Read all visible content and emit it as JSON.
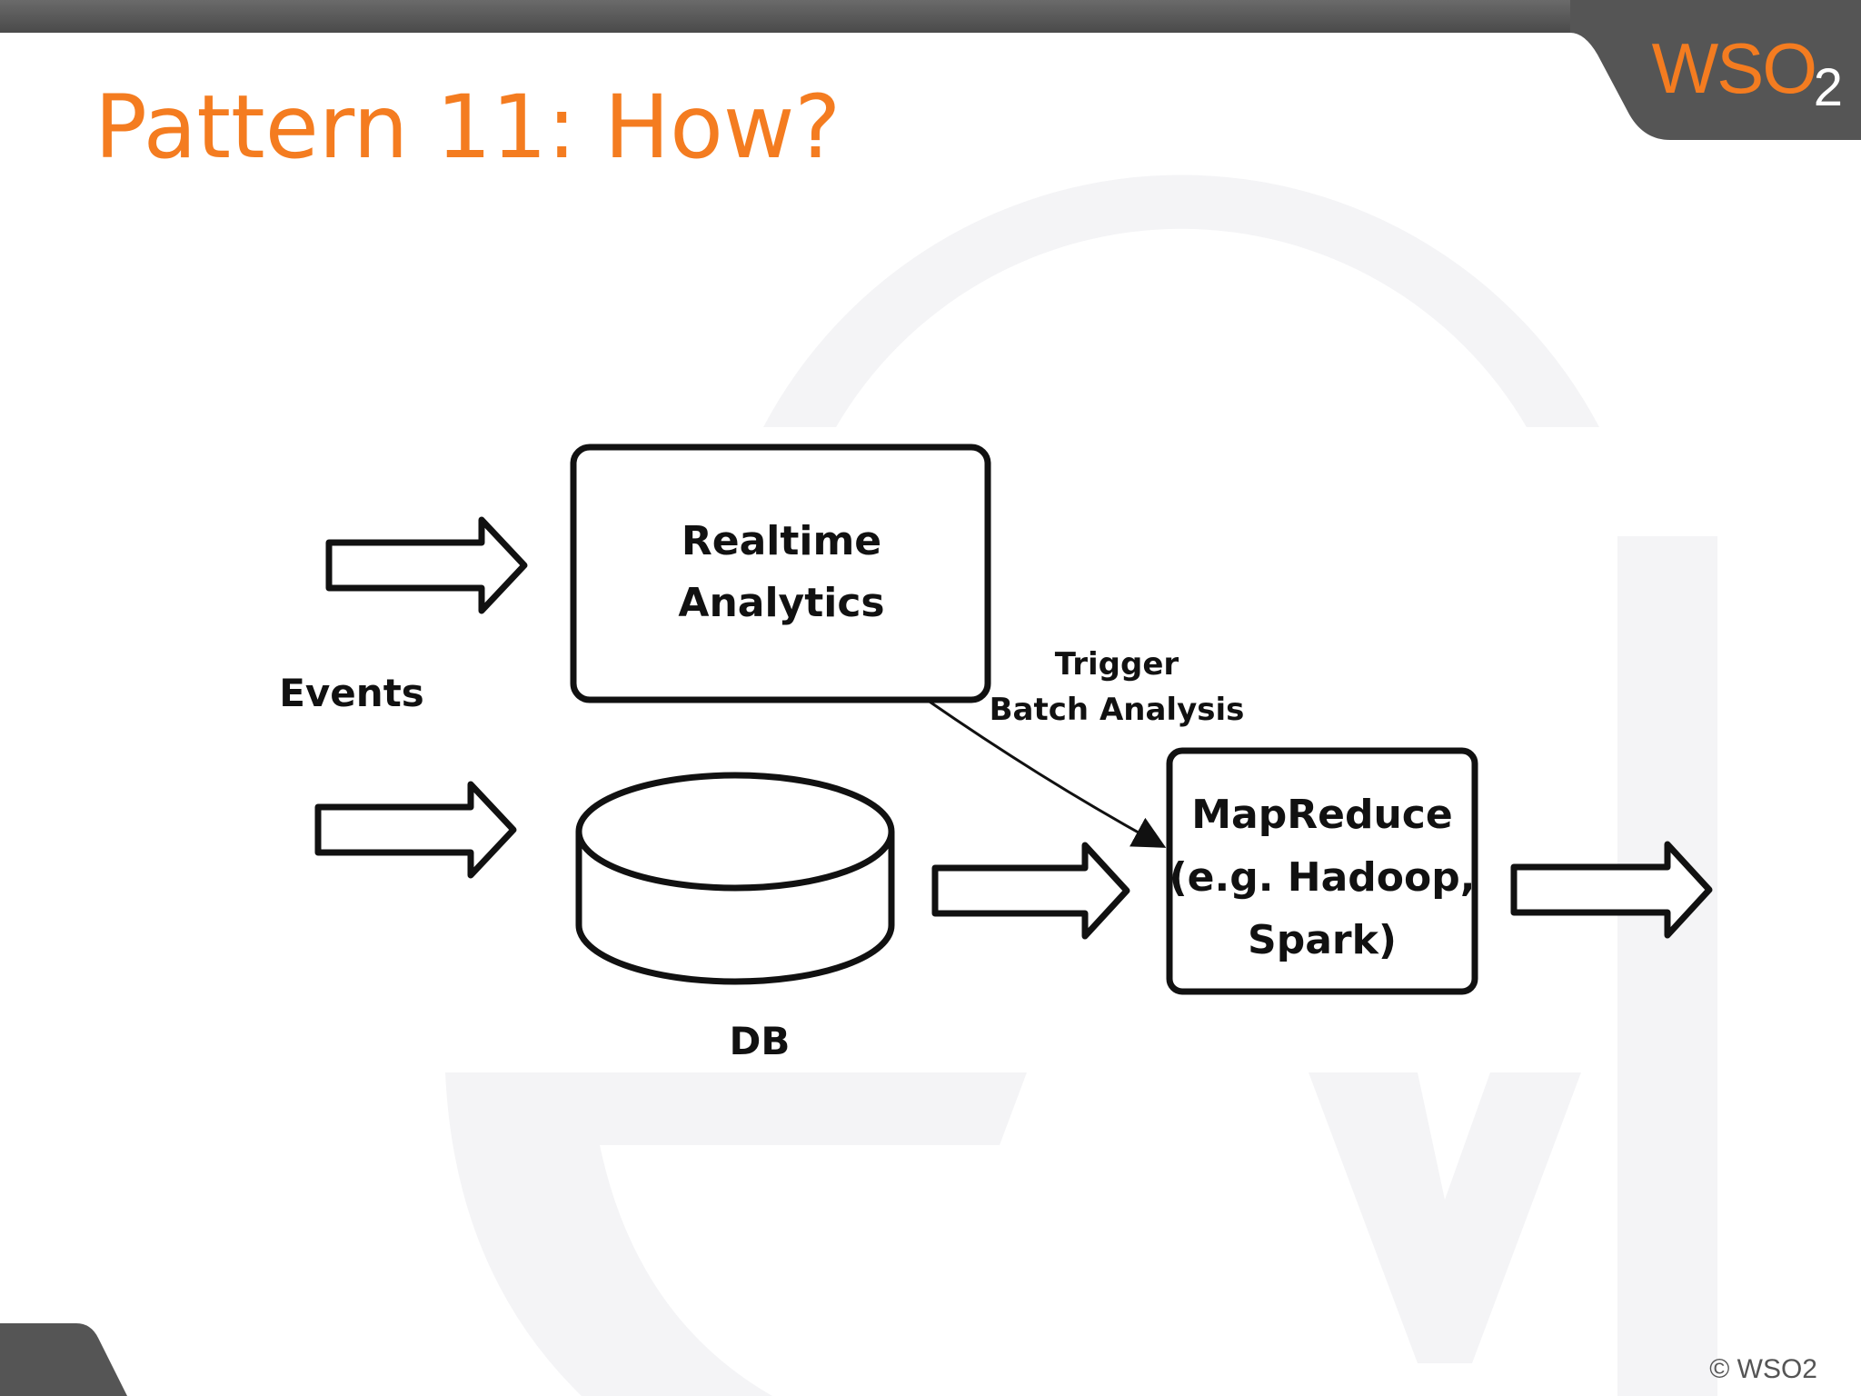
{
  "slide": {
    "title": "Pattern 11: How?",
    "copyright": "© WSO2"
  },
  "logo": {
    "brand": "WSO",
    "subscript": "2"
  },
  "diagram": {
    "events_label": "Events",
    "realtime_line1": "Realtime",
    "realtime_line2": "Analytics",
    "db_label": "DB",
    "trigger_line1": "Trigger",
    "trigger_line2": "Batch Analysis",
    "mapreduce_line1": "MapReduce",
    "mapreduce_line2": "(e.g. Hadoop,",
    "mapreduce_line3": "Spark)"
  },
  "colors": {
    "accent": "#f47c20",
    "dark_bar": "#555555"
  }
}
